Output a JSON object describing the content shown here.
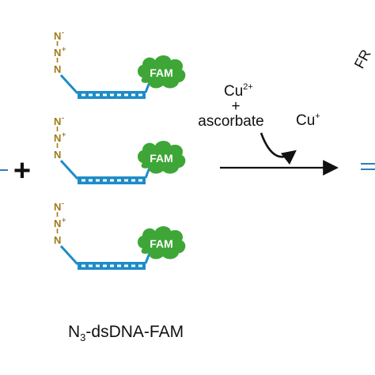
{
  "colors": {
    "azide": "#a07a18",
    "dna": "#1e8cc8",
    "dna_rungs": "#ffffff",
    "fam_fill": "#3da637",
    "fam_text": "#ffffff",
    "ink": "#111111",
    "edge_symbol": "#2d7dc0"
  },
  "icons": {
    "plus": "plus-icon",
    "arrow": "reaction-arrow-icon",
    "curved_arrow": "curved-arrow-icon",
    "fam": "fam-cloud-icon"
  },
  "molecule": {
    "azide_atoms": [
      "N",
      "N",
      "N"
    ],
    "azide_charges": [
      "-",
      "+",
      ""
    ],
    "fam_label": "FAM",
    "caption_prefix": "N",
    "caption_subscript": "3",
    "caption_suffix": "-dsDNA-FAM"
  },
  "reaction": {
    "plus_symbol": "+",
    "catalyst_top": "Cu",
    "catalyst_top_charge": "2+",
    "catalyst_plus": "+",
    "catalyst_reductant": "ascorbate",
    "product_ion": "Cu",
    "product_ion_charge": "+"
  },
  "edge_labels": {
    "top_right_partial": "FR"
  }
}
